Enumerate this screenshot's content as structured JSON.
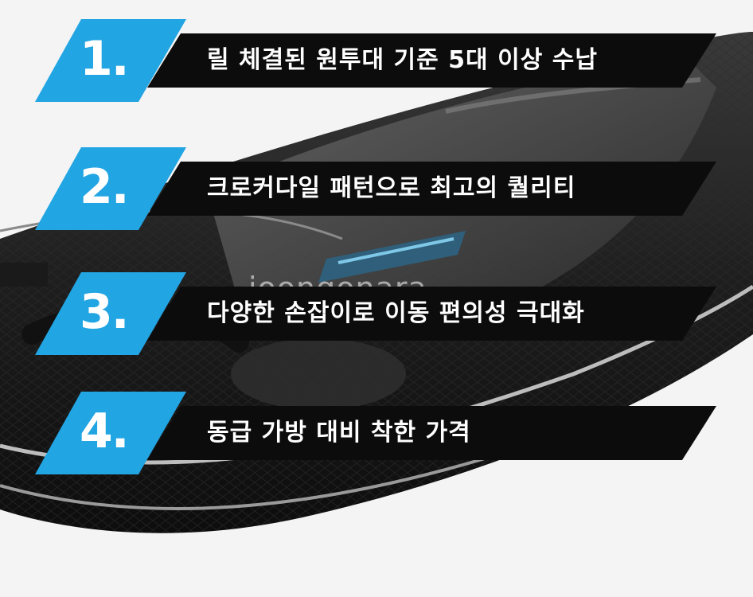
{
  "features": [
    {
      "number": "1.",
      "label": "릴 체결된 원투대 기준 5대 이상 수납"
    },
    {
      "number": "2.",
      "label": "크로커다일 패턴으로 최고의 퀄리티"
    },
    {
      "number": "3.",
      "label": "다양한 손잡이로 이동 편의성 극대화"
    },
    {
      "number": "4.",
      "label": "동급 가방 대비 착한 가격"
    }
  ],
  "watermark": "joongonara",
  "colors": {
    "accent": "#22a5e3",
    "band": "#0c0c0c",
    "text": "#ffffff"
  },
  "icons": {
    "product_photo": "fishing-rod-bag-photo"
  }
}
